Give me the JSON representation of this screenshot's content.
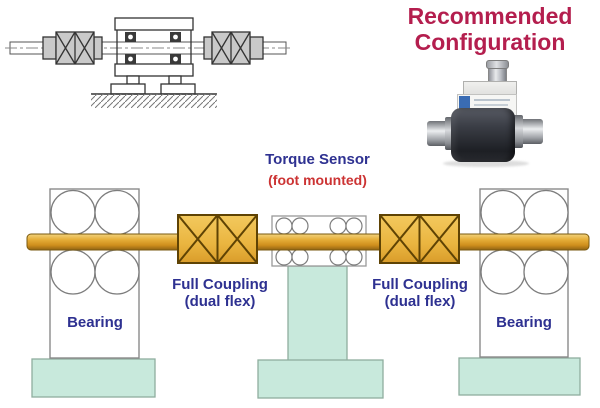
{
  "header": {
    "title_line1": "Recommended",
    "title_line2": "Configuration",
    "title_color": "#b41e4e"
  },
  "diagram": {
    "labels": {
      "torque_sensor": "Torque Sensor",
      "torque_sensor_mount": "(foot mounted)",
      "full_coupling": "Full Coupling",
      "full_coupling_sub": "(dual flex)",
      "bearing": "Bearing"
    },
    "colors": {
      "label_text": "#2e3191",
      "mount_text": "#cc3333",
      "coupling_fill": "#eebc4f",
      "coupling_border": "#5f4304",
      "shaft_fill": "#dca32f",
      "pedestal_fill": "#c8e9dc",
      "pedestal_border": "#8fae9e",
      "outline_gray": "#8a8a8a"
    }
  }
}
